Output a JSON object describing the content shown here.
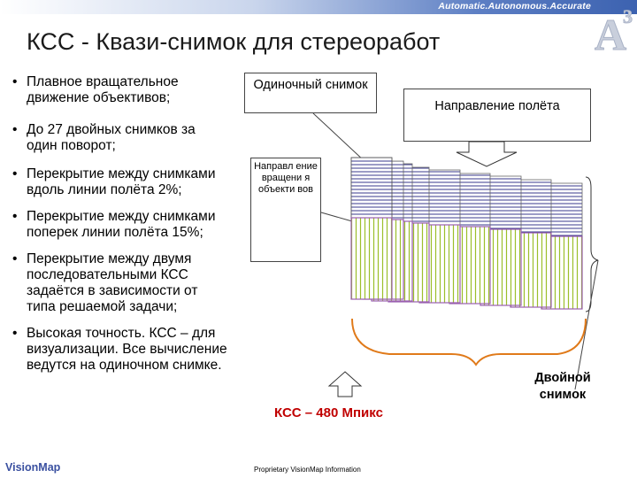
{
  "header": {
    "slogan": "Automatic.Autonomous.Accurate",
    "logo_letter": "A",
    "logo_superscript": "3"
  },
  "title": "КСС - Квази-снимок для стереоработ",
  "bullets": [
    "Плавное вращательное движение объективов;",
    "До 27 двойных снимков за один поворот;",
    "Перекрытие между снимками вдоль линии полёта 2%;",
    "Перекрытие между снимками поперек линии полёта 15%;",
    "Перекрытие между двумя последовательными КСС задаётся в зависимости от типа решаемой задачи;",
    "Высокая точность. КСС – для визуализации. Все вычисление ведутся на одиночном снимке."
  ],
  "callouts": {
    "single_frame": "Одиночный снимок",
    "flight_direction": "Направление полёта",
    "lens_rotation": "Направл ение вращени я объекти вов",
    "double_frame": "Двойной снимок"
  },
  "ksc_label": "КСС – 480 Мпикс",
  "footer": {
    "logo": "VisionMap",
    "note": "Proprietary VisionMap Information"
  },
  "colors": {
    "frame_top_lines": "#3a3a8c",
    "frame_bottom_lines": "#9bbf2a",
    "frame_bottom_border": "#9a5fb0",
    "arrow_fill": "#ffffff",
    "ksc_text": "#c00000",
    "brace": "#e07a1a"
  }
}
